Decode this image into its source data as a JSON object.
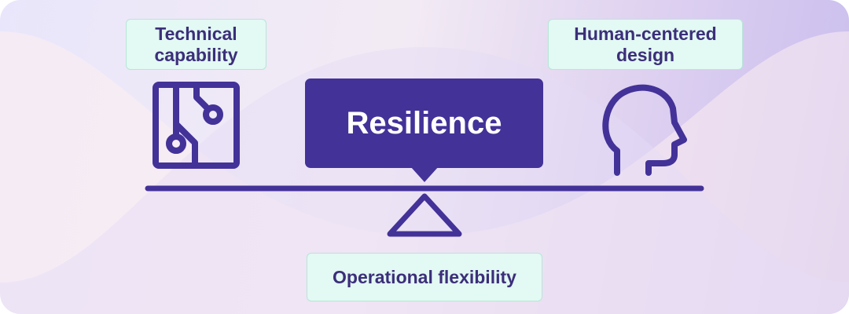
{
  "colors": {
    "primary": "#433298",
    "label_bg": "#e3f9f3",
    "label_border": "#b7e6d8",
    "label_text": "#3b2f7a"
  },
  "center": {
    "title": "Resilience"
  },
  "labels": {
    "technical": "Technical capability",
    "human": "Human-centered design",
    "operational": "Operational flexibility"
  },
  "icons": {
    "left": "circuit-board-icon",
    "right": "human-head-icon",
    "fulcrum": "fulcrum-triangle-icon"
  }
}
